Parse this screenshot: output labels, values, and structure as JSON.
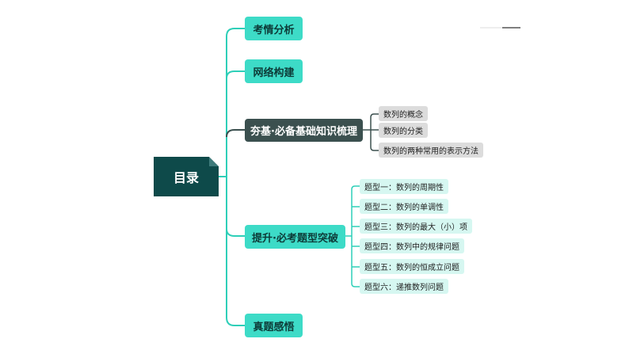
{
  "root": {
    "label": "目录"
  },
  "branches": [
    {
      "label": "考情分析"
    },
    {
      "label": "网络构建"
    },
    {
      "label": "夯基·必备基础知识梳理",
      "children": [
        "数列的概念",
        "数列的分类",
        "数列的两种常用的表示方法"
      ]
    },
    {
      "label": "提升·必考题型突破",
      "children": [
        "题型一：数列的周期性",
        "题型二：数列的单调性",
        "题型三：数列的最大（小）项",
        "题型四：数列中的规律问题",
        "题型五：数列的恒成立问题",
        "题型六：递推数列问题"
      ]
    },
    {
      "label": "真题感悟"
    }
  ],
  "colors": {
    "root": "#0e4a4a",
    "branch": "#3ddbc7",
    "branch_dark": "#3b504f",
    "connector_teal": "#2ecfb8",
    "connector_dark": "#3b504f",
    "leaf_gray": "#dcdcdc",
    "leaf_teal": "#d6f7f1"
  }
}
